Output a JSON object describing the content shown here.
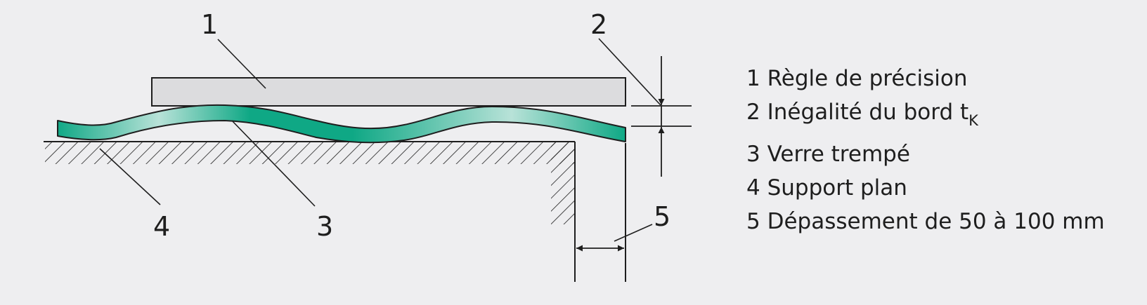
{
  "colors": {
    "background": "#eeeef0",
    "ruler_fill": "#dcdcde",
    "glass_dark": "#0fa885",
    "glass_light": "#b8e2d8",
    "line": "#1e1e1e"
  },
  "callouts": {
    "c1": "1",
    "c2": "2",
    "c3": "3",
    "c4": "4",
    "c5": "5"
  },
  "legend": [
    {
      "number": "1",
      "text": "Règle de précision",
      "subscript": ""
    },
    {
      "number": "2",
      "text": "Inégalité du bord t",
      "subscript": "K"
    },
    {
      "number": "3",
      "text": "Verre trempé",
      "subscript": ""
    },
    {
      "number": "4",
      "text": "Support plan",
      "subscript": ""
    },
    {
      "number": "5",
      "text": "Dépassement de 50 à 100 mm",
      "subscript": ""
    }
  ]
}
